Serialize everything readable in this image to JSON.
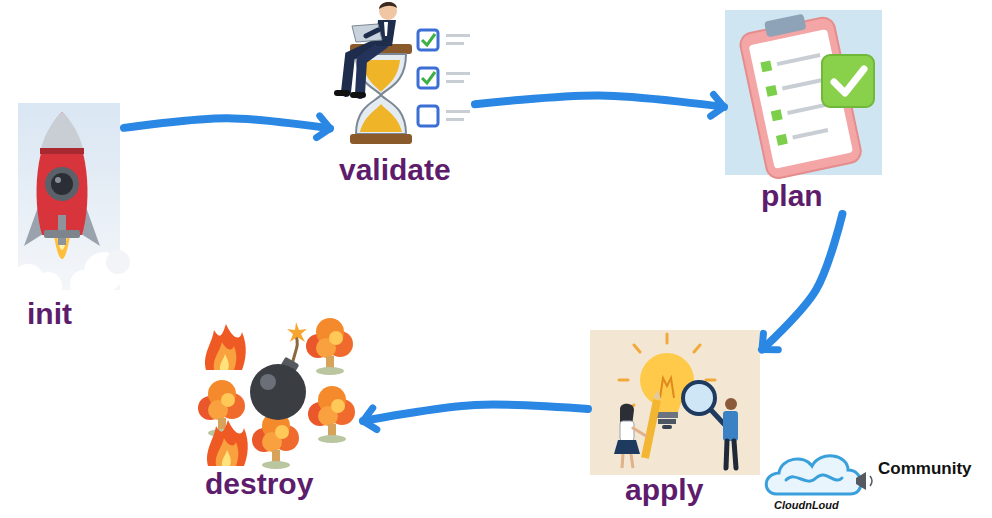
{
  "diagram": {
    "nodes": [
      {
        "text": [
          "init"
        ]
      },
      {
        "text": [
          "validate"
        ]
      },
      {
        "text": [
          "plan"
        ]
      },
      {
        "text": [
          "apply"
        ]
      },
      {
        "text": [
          "destroy"
        ]
      }
    ],
    "edges": [
      {
        "from": 0,
        "to": 1,
        "arrow": "to"
      },
      {
        "from": 1,
        "to": 2,
        "arrow": "to"
      },
      {
        "from": 2,
        "to": 3,
        "arrow": "to"
      },
      {
        "from": 3,
        "to": 4,
        "arrow": "to"
      }
    ],
    "labels": [
      "Community",
      "CloudnLoud"
    ]
  }
}
